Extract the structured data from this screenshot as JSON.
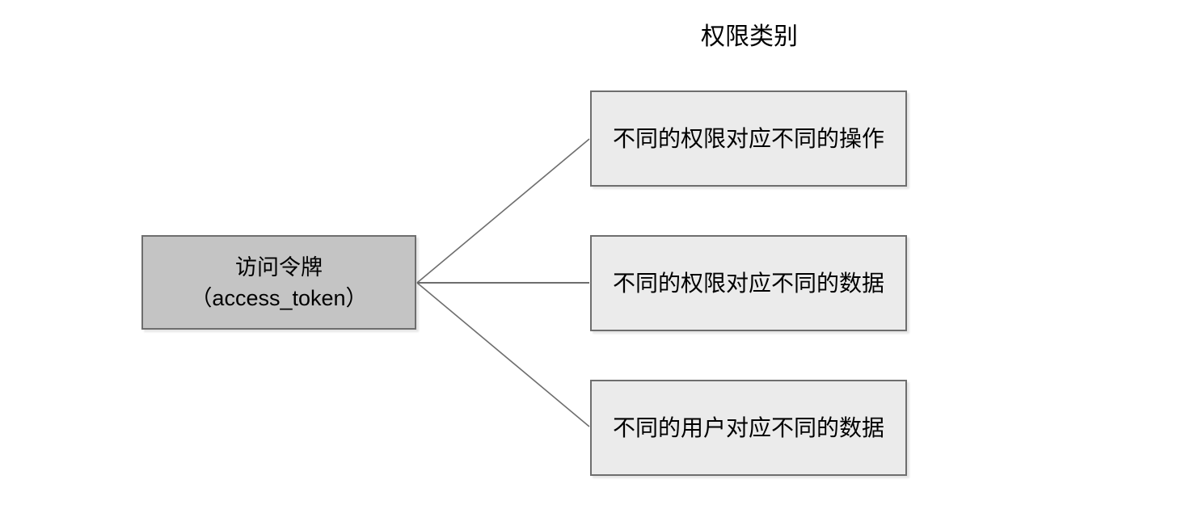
{
  "diagram": {
    "title": "权限类别",
    "root": {
      "line1": "访问令牌",
      "line2": "（access_token）",
      "fill_color": "#c4c4c4",
      "border_color": "#6e6e6e"
    },
    "branches": [
      {
        "label": "不同的权限对应不同的操作",
        "fill_color": "#ebebeb",
        "border_color": "#6e6e6e"
      },
      {
        "label": "不同的权限对应不同的数据",
        "fill_color": "#ebebeb",
        "border_color": "#6e6e6e"
      },
      {
        "label": "不同的用户对应不同的数据",
        "fill_color": "#ebebeb",
        "border_color": "#6e6e6e"
      }
    ],
    "connector_color": "#6e6e6e",
    "background_color": "#ffffff"
  }
}
